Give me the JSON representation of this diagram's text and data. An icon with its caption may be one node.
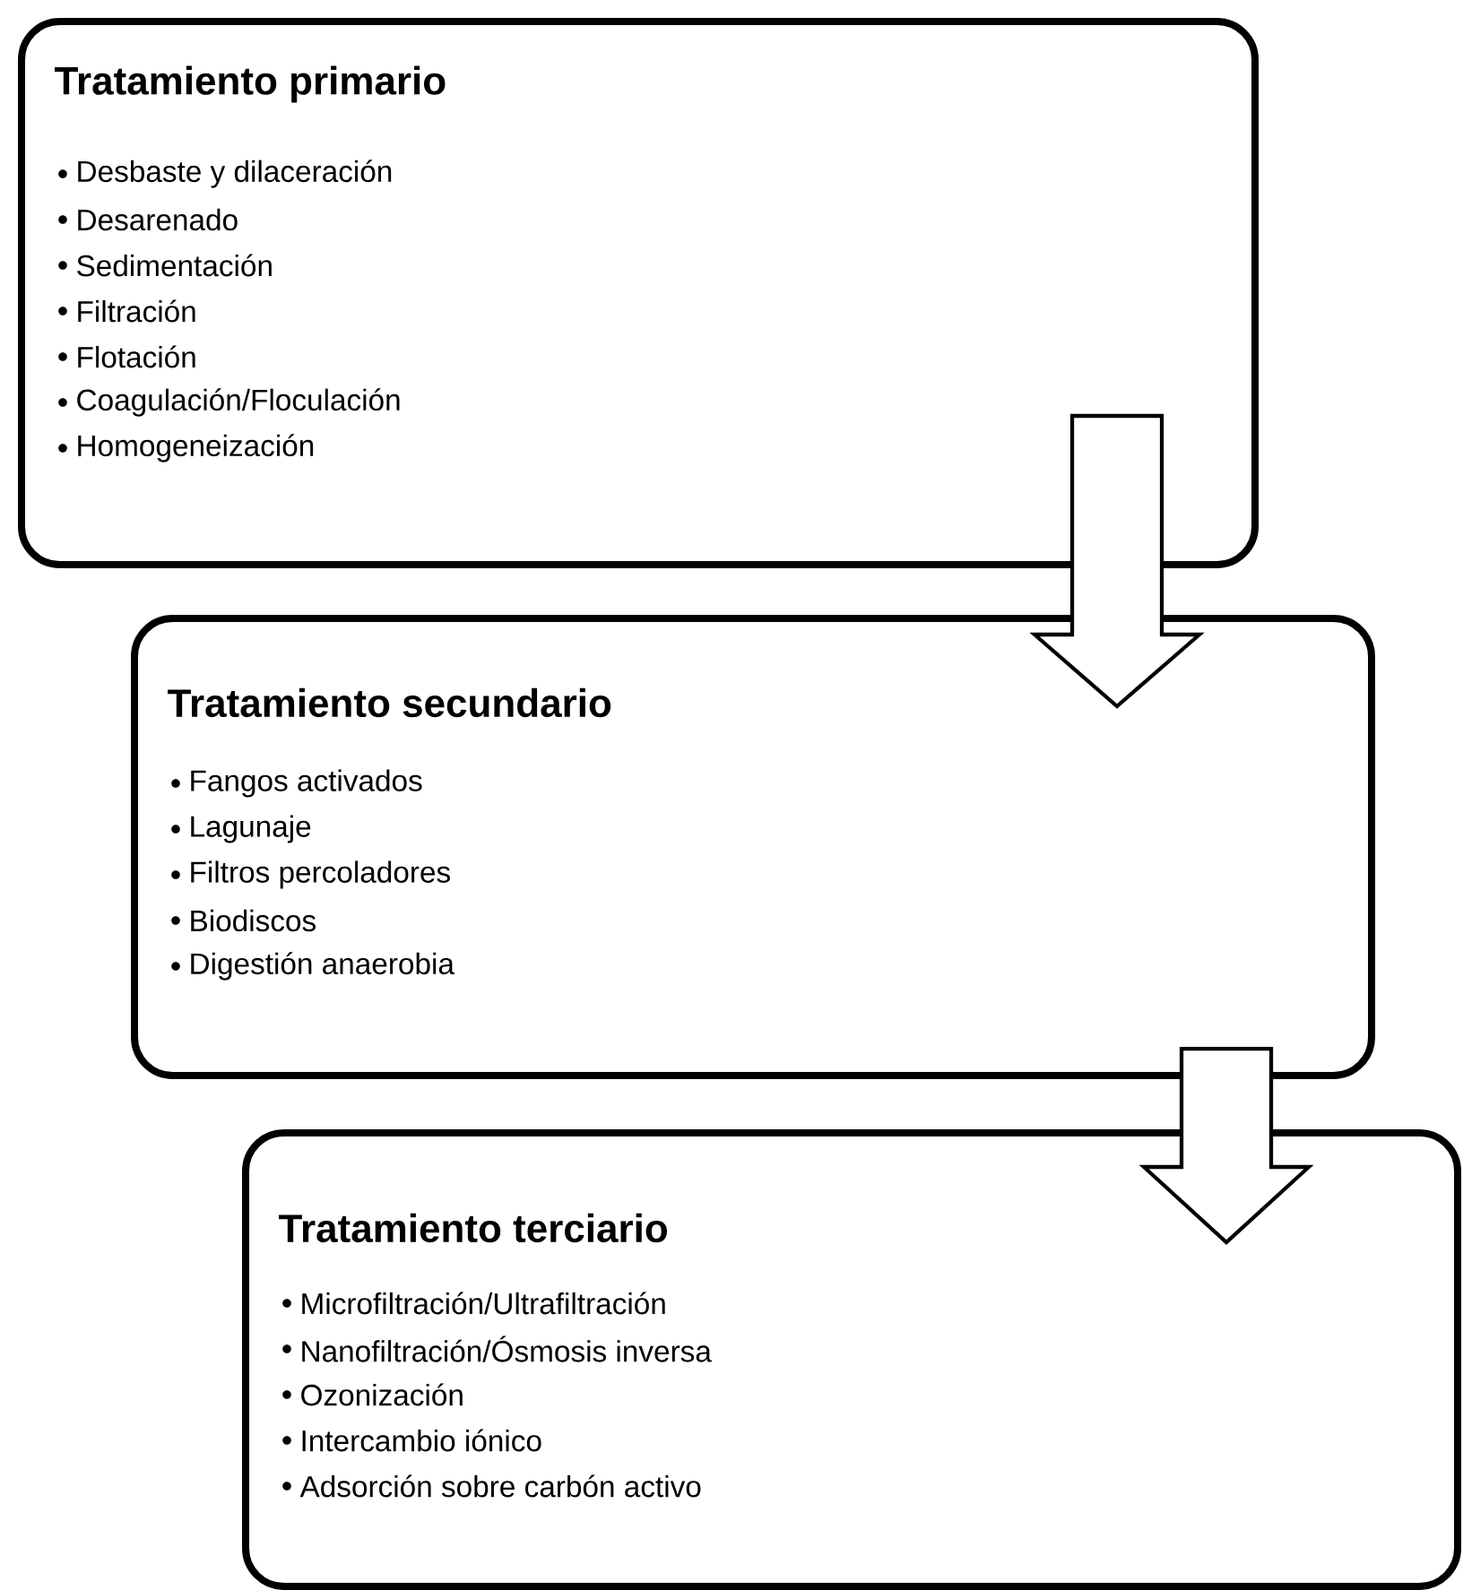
{
  "diagram": {
    "nodes": [
      {
        "text": [
          "Tratamiento primario",
          "Desbaste y dilaceración",
          "Desarenado",
          "Sedimentación",
          "Filtración",
          "Flotación",
          "Coagulación/Floculación",
          "Homogeneización"
        ]
      },
      {
        "text": [
          "Tratamiento secundario",
          "Fangos activados",
          "Lagunaje",
          "Filtros percoladores",
          "Biodiscos",
          "Digestión anaerobia"
        ]
      },
      {
        "text": [
          "Tratamiento terciario",
          "Microfiltración/Ultrafiltración",
          "Nanofiltración/Ósmosis inversa",
          "Ozonización",
          "Intercambio iónico",
          "Adsorción sobre carbón activo"
        ]
      }
    ],
    "edges": [
      {
        "from": 0,
        "to": 1,
        "arrow": "to"
      },
      {
        "from": 1,
        "to": 2,
        "arrow": "to"
      }
    ]
  }
}
